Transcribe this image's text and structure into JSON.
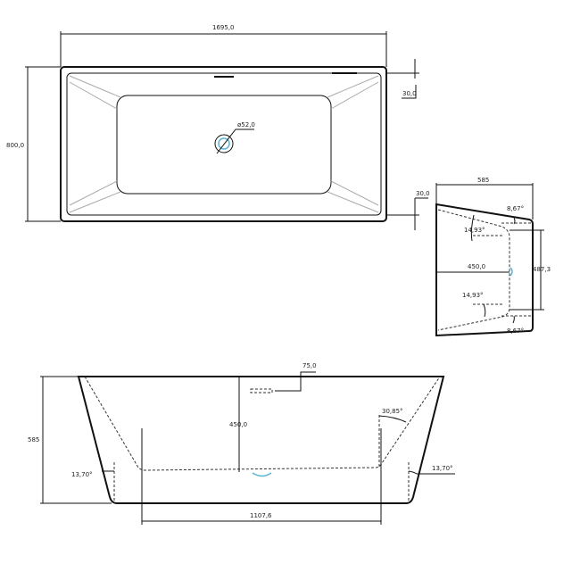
{
  "top_view": {
    "length": "1695,0",
    "width": "800,0",
    "rim_top": "30,0",
    "rim_bottom": "30,0",
    "drain_diameter": "ø52,0"
  },
  "end_view": {
    "depth_width": "585",
    "inner_height": "487,3",
    "depth": "450,0",
    "angle_top_outer": "8,67°",
    "angle_top_inner": "14,93°",
    "angle_bottom_inner": "14,93°",
    "angle_bottom_outer": "8,67°"
  },
  "side_view": {
    "height": "585",
    "inner_depth": "450,0",
    "overflow_offset": "75,0",
    "angle_right_inner": "30,85°",
    "angle_left": "13,70°",
    "angle_right": "13,70°",
    "bottom_length": "1107,6"
  },
  "colors": {
    "line": "#111111",
    "drain": "#5ab4d6"
  }
}
